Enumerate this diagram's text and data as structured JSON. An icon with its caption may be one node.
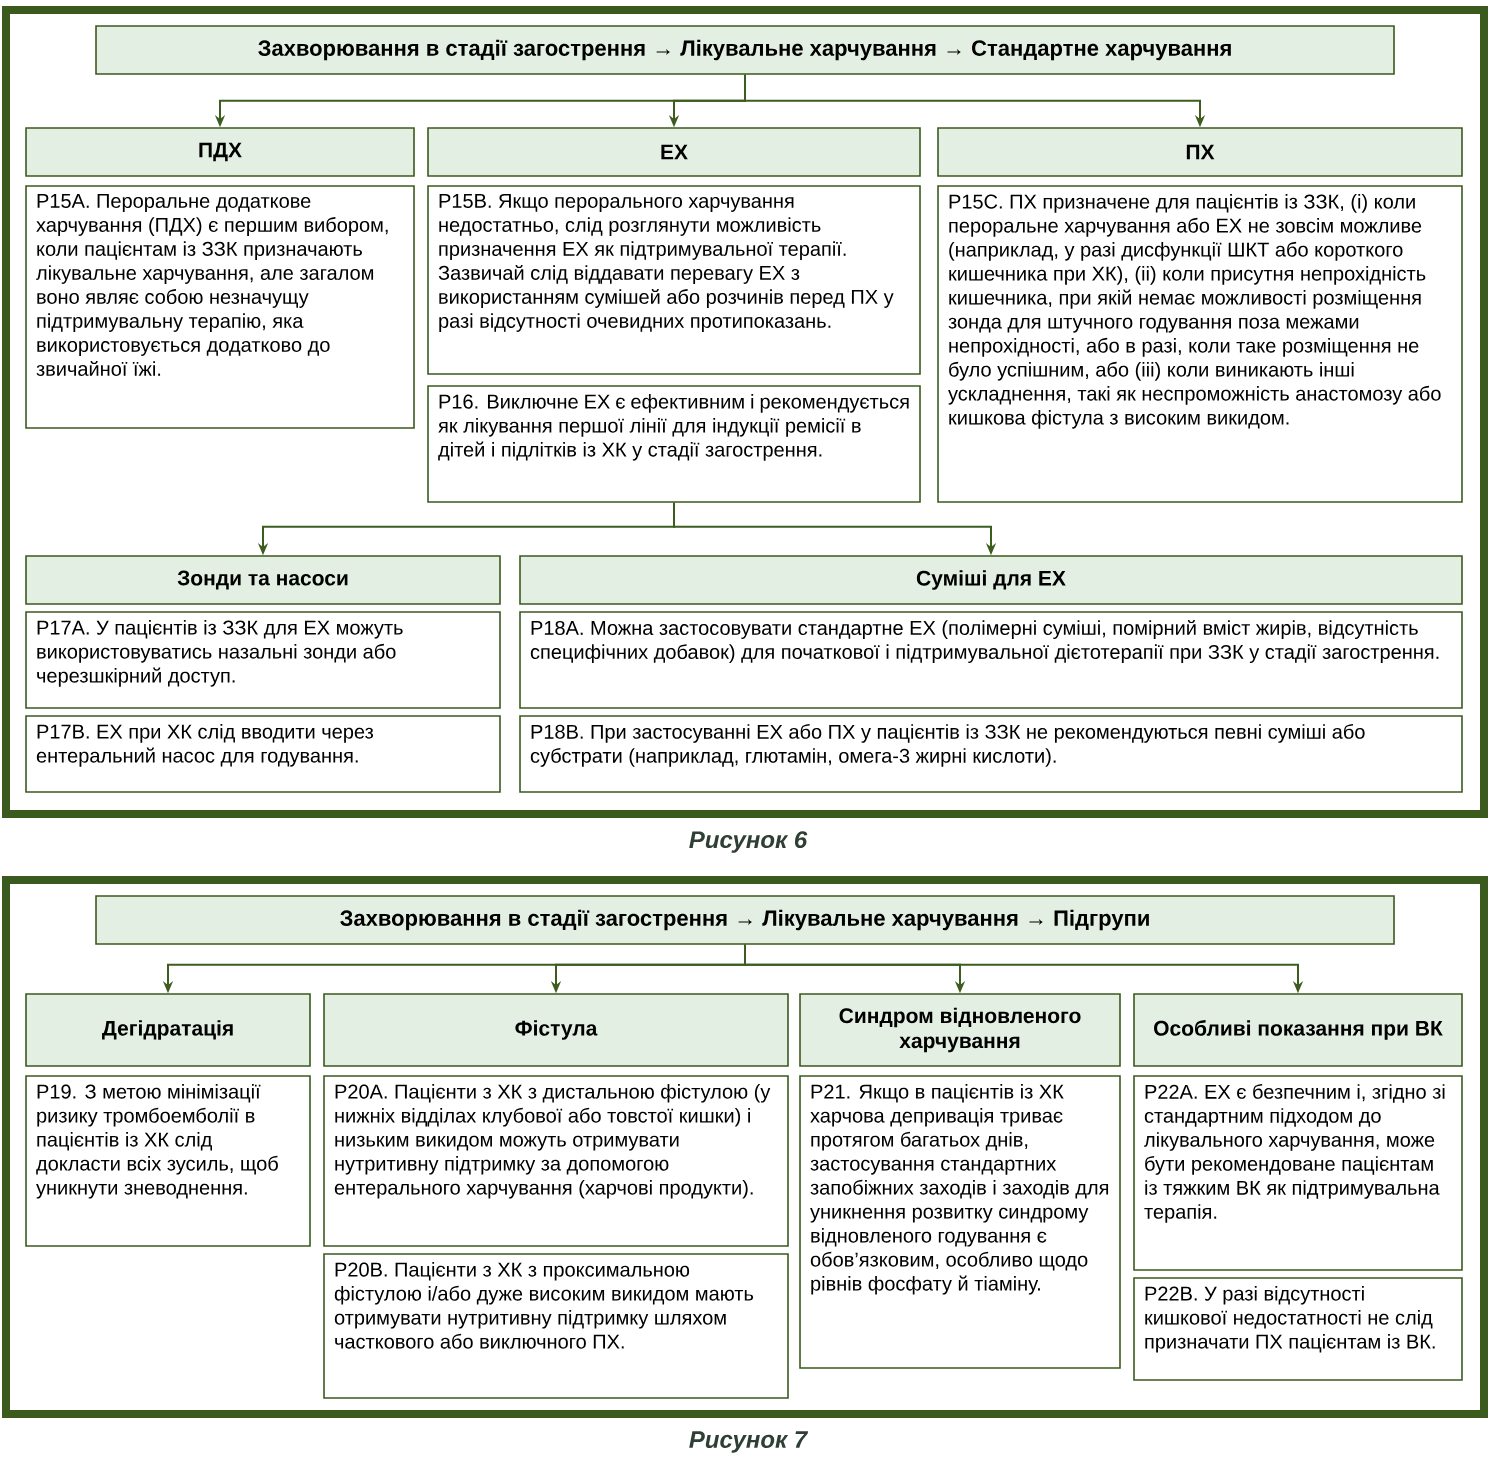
{
  "diagram": {
    "nodes": [
      {
        "text": [
          "Захворювання в стадії загострення → Лікувальне харчування → Стандартне харчування"
        ]
      },
      {
        "text": [
          "ПДХ"
        ]
      },
      {
        "text": [
          "ЕХ"
        ]
      },
      {
        "text": [
          "ПХ"
        ]
      },
      {
        "text": [
          "P15A. Пероральне додаткове харчування (ПДХ) є першим вибором, коли пацієнтам із ЗЗК призначають лікувальне харчування, але загалом воно являє собою незначущу підтримувальну терапію, яка використовується додатково до звичайної їжі."
        ]
      },
      {
        "text": [
          "P15B. Якщо перорального харчування недостатньо, слід розглянути можливість призначення ЕХ як підтримувальної терапії. Зазвичай слід віддавати перевагу ЕХ з використанням сумішей або розчинів перед ПХ у разі відсутності очевидних протипоказань."
        ]
      },
      {
        "text": [
          "P16. Виключне ЕХ є ефективним і рекомендується як лікування першої лінії для індукції ремісії в дітей і підлітків із ХК у стадії загострення."
        ]
      },
      {
        "text": [
          "P15C. ПХ призначене для пацієнтів із ЗЗК, (i) коли пероральне харчування або ЕХ не зовсім можливе (наприклад, у разі дисфункції ШКТ або короткого кишечника при ХК), (ii) коли присутня непрохідність кишечника, при якій немає можливості розміщення зонда для штучного годування поза межами непрохідності, або в разі, коли таке розміщення не було успішним, або (iii) коли виникають інші ускладнення, такі як неспроможність анастомозу або кишкова фістула з високим викидом."
        ]
      },
      {
        "text": [
          "Зонди та насоси"
        ]
      },
      {
        "text": [
          "Суміші для ЕХ"
        ]
      },
      {
        "text": [
          "P17A. У пацієнтів із ЗЗК для ЕХ можуть використовуватись назальні зонди або черезшкірний доступ."
        ]
      },
      {
        "text": [
          "P17B. ЕХ при ХК слід вводити через ентеральний насос для годування."
        ]
      },
      {
        "text": [
          "P18A. Можна застосовувати стандартне ЕХ (полімерні суміші, помірний вміст жирів, відсутність специфічних добавок) для початкової і підтримувальної дієтотерапії при ЗЗК у стадії загострення."
        ]
      },
      {
        "text": [
          "P18B. При застосуванні ЕХ або ПХ у пацієнтів із ЗЗК не рекомендуються певні суміші або субстрати (наприклад, глютамін, омега-3 жирні кислоти)."
        ]
      },
      {
        "text": [
          "Захворювання в стадії загострення → Лікувальне харчування → Підгрупи"
        ]
      },
      {
        "text": [
          "Дегідратація"
        ]
      },
      {
        "text": [
          "Фістула"
        ]
      },
      {
        "text": [
          "Синдром відновленого харчування"
        ]
      },
      {
        "text": [
          "Особливі показання при ВК"
        ]
      },
      {
        "text": [
          "P19. З метою мінімізації ризику тромбоемболії в пацієнтів із ХК слід докласти всіх зусиль, щоб уникнути зневоднення."
        ]
      },
      {
        "text": [
          "P20A. Пацієнти з ХК з дистальною фістулою (у нижніх відділах клубової або товстої кишки) і низьким викидом можуть отримувати нутритивну підтримку за допомогою ентерального харчування (харчові продукти)."
        ]
      },
      {
        "text": [
          "P20B. Пацієнти з ХК з проксимальною фістулою і/або дуже високим викидом мають отримувати нутритивну підтримку шляхом часткового або виключного ПХ."
        ]
      },
      {
        "text": [
          "P21. Якщо в пацієнтів із ХК харчова депривація триває протягом багатьох днів, застосування стандартних запобіжних заходів і заходів для уникнення розвитку синдрому відновленого годування є обов’язковим, особливо щодо рівнів фосфату й тіаміну."
        ]
      },
      {
        "text": [
          "P22A. ЕХ є безпечним і, згідно зі стандартним підходом до лікувального харчування, може бути рекомендоване пацієнтам із тяжким ВК як підтримувальна терапія."
        ]
      },
      {
        "text": [
          "P22B. У разі відсутності кишкової недостатності не слід призначати ПХ пацієнтам із ВК."
        ]
      }
    ],
    "edges": [
      {
        "from": 0,
        "to": 1,
        "arrow": "to"
      },
      {
        "from": 0,
        "to": 2,
        "arrow": "to"
      },
      {
        "from": 0,
        "to": 3,
        "arrow": "to"
      },
      {
        "from": 6,
        "to": 8,
        "arrow": "to"
      },
      {
        "from": 6,
        "to": 9,
        "arrow": "to"
      },
      {
        "from": 14,
        "to": 15,
        "arrow": "to"
      },
      {
        "from": 14,
        "to": 16,
        "arrow": "to"
      },
      {
        "from": 14,
        "to": 17,
        "arrow": "to"
      },
      {
        "from": 14,
        "to": 18,
        "arrow": "to"
      }
    ],
    "labels": [
      "Рисунок 6",
      "Рисунок 7"
    ]
  }
}
